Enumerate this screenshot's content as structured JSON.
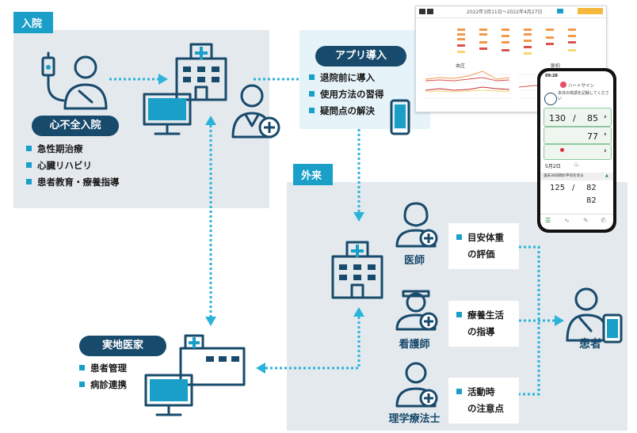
{
  "admission": {
    "tag": "入院",
    "pill": "心不全入院",
    "items": [
      "急性期治療",
      "心臓リハビリ",
      "患者教育・療養指導"
    ]
  },
  "app_intro": {
    "pill": "アプリ導入",
    "items": [
      "退院前に導入",
      "使用方法の習得",
      "疑問点の解決"
    ]
  },
  "outpatient": {
    "tag": "外来",
    "roles": [
      {
        "label": "医師",
        "lines": [
          "目安体重",
          "の評価"
        ]
      },
      {
        "label": "看護師",
        "lines": [
          "療養生活",
          "の指導"
        ]
      },
      {
        "label": "理学療法士",
        "lines": [
          "活動時",
          "の注意点"
        ]
      }
    ],
    "patient_label": "患者"
  },
  "clinic": {
    "pill": "実地医家",
    "items": [
      "患者管理",
      "病診連携"
    ]
  },
  "phone": {
    "time": "09:28",
    "app_name": "ハートサイン",
    "prompt": "本日の体調を記録してください",
    "bp_sys": "130",
    "bp_dia": "85",
    "pulse": "77",
    "date": "5月2日",
    "avg_label": "過去30日間の平均を見る",
    "avg_sys": "125",
    "avg_dia": "82",
    "avg_pulse": "82"
  },
  "dashboard": {
    "range": "2022年3月11日〜2022年4月27日",
    "chart_left_title": "血圧",
    "chart_right_title": "脈拍"
  },
  "colors": {
    "accent": "#1a9fc9",
    "navy": "#174a6b",
    "zone": "#e4e9ee",
    "dots": "#2bb3da"
  }
}
